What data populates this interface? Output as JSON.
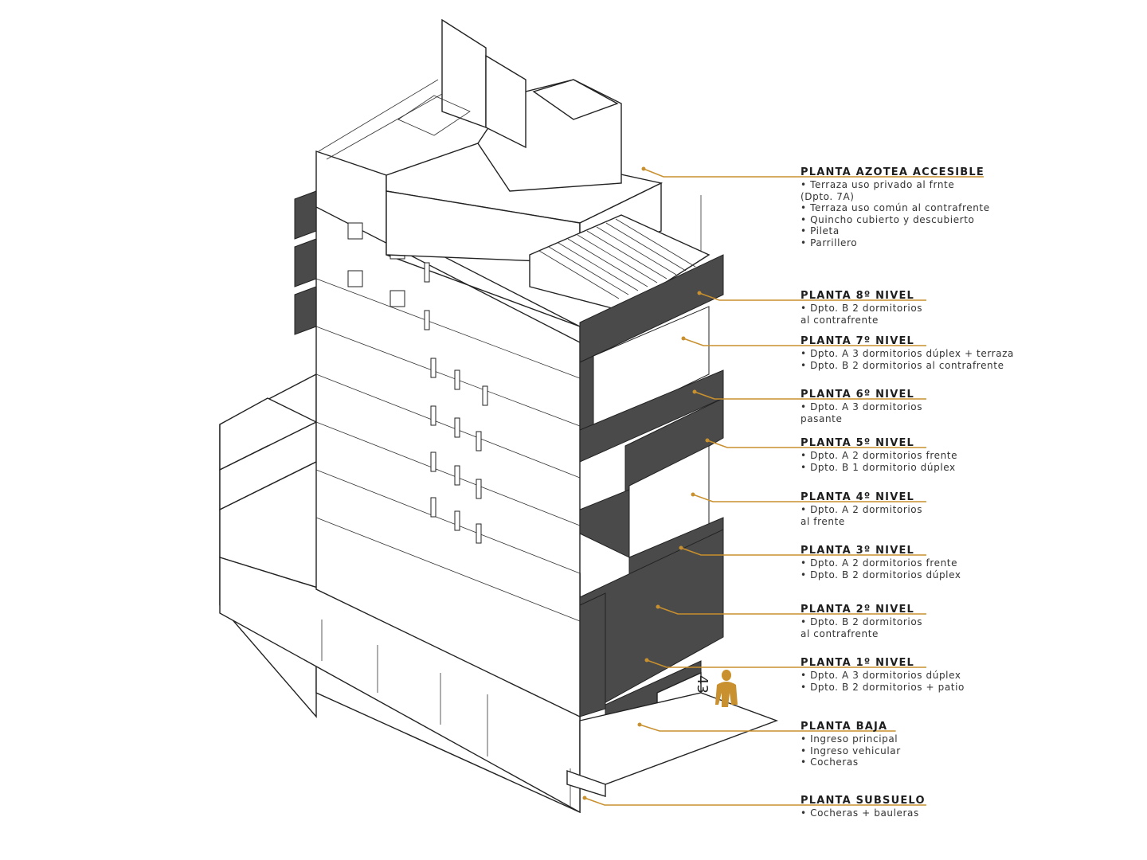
{
  "colors": {
    "accent": "#c8902e",
    "facade": "#4a4a4a",
    "line": "#222222"
  },
  "building": {
    "number": "43",
    "figure_icon": "person-silhouette-icon"
  },
  "levels": [
    {
      "title": "PLANTA AZOTEA ACCESIBLE",
      "lines": [
        "• Terraza uso privado al frnte",
        "(Dpto. 7A)",
        "• Terraza uso común al contrafrente",
        "• Quincho cubierto y descubierto",
        "• Pileta",
        "• Parrillero"
      ]
    },
    {
      "title": "PLANTA 8º NIVEL",
      "lines": [
        "• Dpto. B 2 dormitorios",
        "al contrafrente"
      ]
    },
    {
      "title": "PLANTA 7º NIVEL",
      "lines": [
        "• Dpto. A 3 dormitorios dúplex + terraza",
        "• Dpto. B 2 dormitorios al contrafrente"
      ]
    },
    {
      "title": "PLANTA 6º NIVEL",
      "lines": [
        "• Dpto. A 3 dormitorios",
        "pasante"
      ]
    },
    {
      "title": "PLANTA 5º NIVEL",
      "lines": [
        "• Dpto. A 2 dormitorios frente",
        "• Dpto. B 1 dormitorio dúplex"
      ]
    },
    {
      "title": "PLANTA 4º NIVEL",
      "lines": [
        "• Dpto. A 2 dormitorios",
        "al frente"
      ]
    },
    {
      "title": "PLANTA 3º NIVEL",
      "lines": [
        "• Dpto. A 2 dormitorios frente",
        "• Dpto. B 2 dormitorios dúplex"
      ]
    },
    {
      "title": "PLANTA 2º NIVEL",
      "lines": [
        "• Dpto. B 2 dormitorios",
        "al contrafrente"
      ]
    },
    {
      "title": "PLANTA 1º NIVEL",
      "lines": [
        "• Dpto. A 3 dormitorios dúplex",
        "• Dpto. B 2 dormitorios + patio"
      ]
    },
    {
      "title": "PLANTA BAJA",
      "lines": [
        "• Ingreso principal",
        "• Ingreso vehicular",
        "• Cocheras"
      ]
    },
    {
      "title": "PLANTA SUBSUELO",
      "lines": [
        "• Cocheras + bauleras"
      ]
    }
  ]
}
